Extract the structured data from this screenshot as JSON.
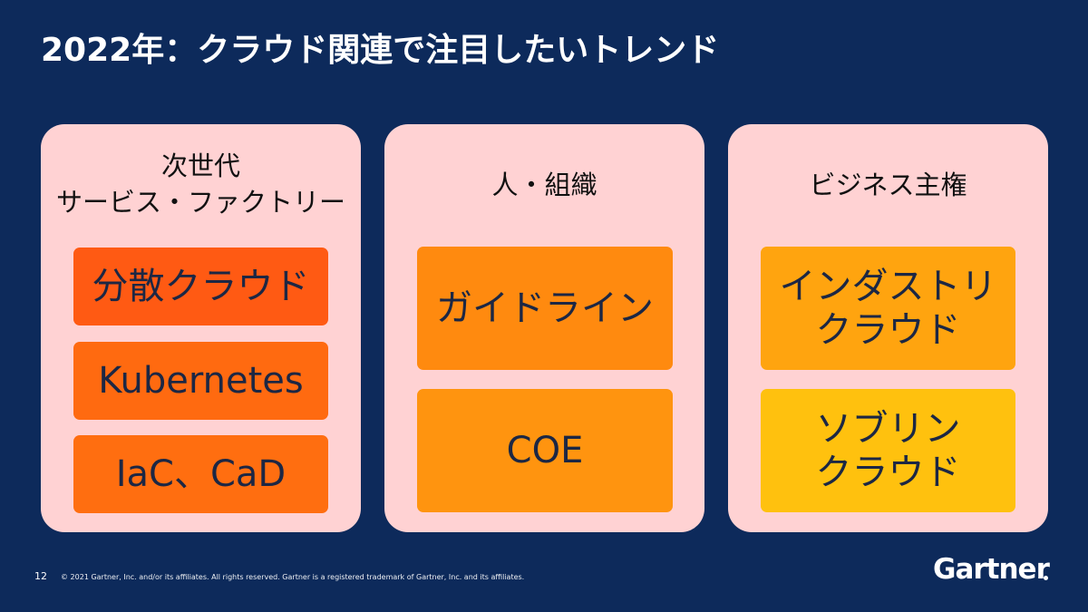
{
  "slide": {
    "title": "2022年：クラウド関連で注目したいトレンド",
    "page_number": "12",
    "copyright": "© 2021 Gartner, Inc. and/or its affiliates. All rights reserved. Gartner is a registered trademark of Gartner, Inc. and its affiliates.",
    "logo": "Gartner"
  },
  "panels": [
    {
      "heading": "次世代\nサービス・ファクトリー",
      "items": [
        "分散クラウド",
        "Kubernetes",
        "IaC、CaD"
      ]
    },
    {
      "heading": "人・組織",
      "items": [
        "ガイドライン",
        "COE"
      ]
    },
    {
      "heading": "ビジネス主権",
      "items": [
        "インダストリ\nクラウド",
        "ソブリン\nクラウド"
      ]
    }
  ],
  "colors": {
    "background": "#0d2a5b",
    "panel": "#ffd2d3",
    "box_orange_1": "#ff5a13",
    "box_orange_2": "#ff6a10",
    "box_orange_3": "#ff6e10",
    "box_orange_4": "#ff8a0f",
    "box_orange_5": "#ff940f",
    "box_orange_6": "#ffa40f",
    "box_yellow": "#ffc10e"
  }
}
